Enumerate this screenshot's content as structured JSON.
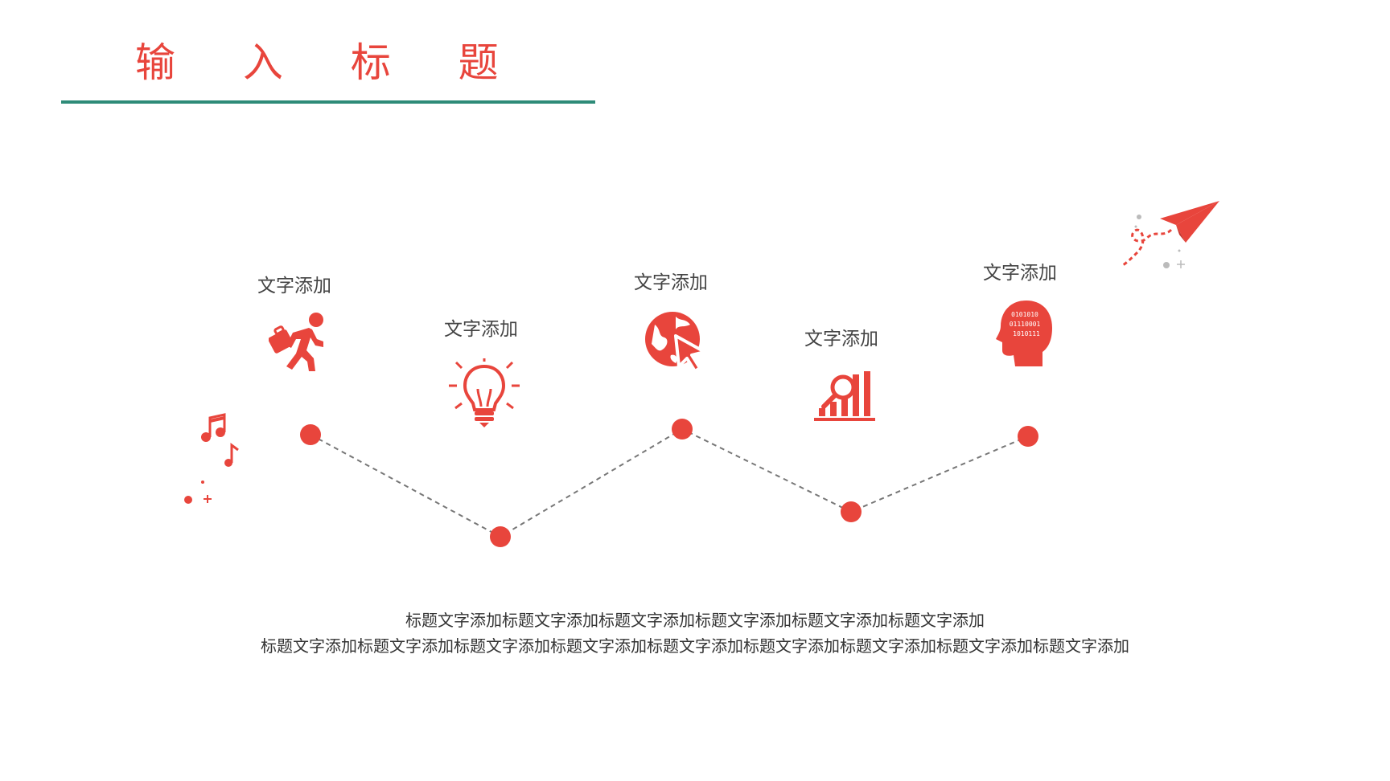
{
  "slide": {
    "title": "输 入 标 题",
    "accent_color": "#e8453c",
    "rule_color": "#2e8b78"
  },
  "steps": [
    {
      "label": "文字添加",
      "icon": "walking-with-briefcase-icon"
    },
    {
      "label": "文字添加",
      "icon": "lightbulb-icon"
    },
    {
      "label": "文字添加",
      "icon": "globe-cursor-icon"
    },
    {
      "label": "文字添加",
      "icon": "bar-chart-magnifier-icon"
    },
    {
      "label": "文字添加",
      "icon": "head-binary-icon"
    }
  ],
  "decorations": {
    "left": "music-notes-icon",
    "right": "paper-plane-icon"
  },
  "description": {
    "line1": "标题文字添加标题文字添加标题文字添加标题文字添加标题文字添加标题文字添加",
    "line2": "标题文字添加标题文字添加标题文字添加标题文字添加标题文字添加标题文字添加标题文字添加标题文字添加标题文字添加"
  }
}
